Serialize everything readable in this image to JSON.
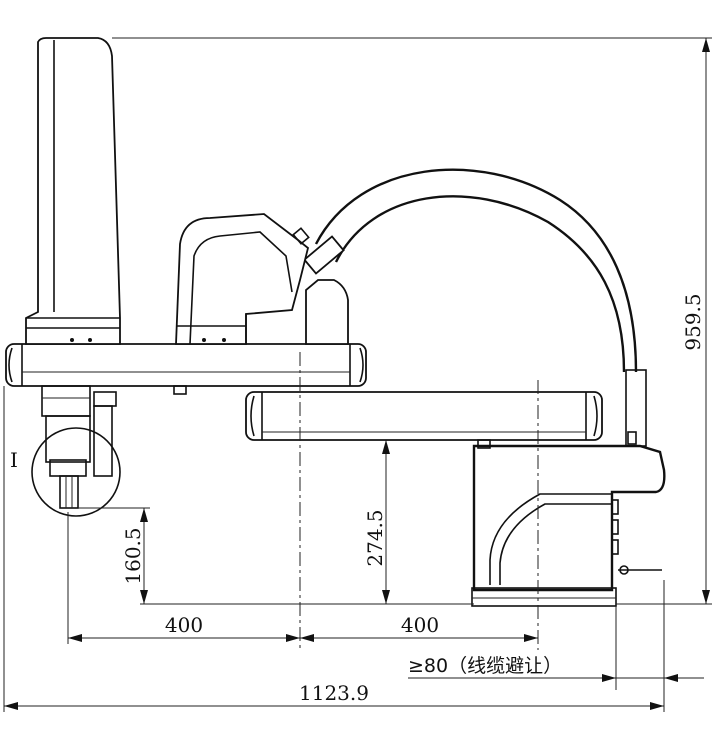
{
  "dimensions": {
    "total_height": "959.5",
    "z_stroke": "274.5",
    "tool_offset": "160.5",
    "arm1_length": "400",
    "arm2_length": "400",
    "total_width": "1123.9",
    "cable_clearance": "≥80（线缆避让）"
  },
  "detail_label": "I"
}
